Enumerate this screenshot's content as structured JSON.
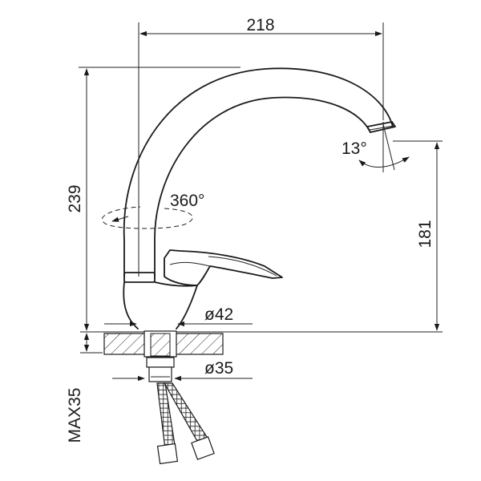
{
  "labels": {
    "reach": "218",
    "total_height": "239",
    "spout_height": "181",
    "swivel": "360°",
    "spout_tilt": "13°",
    "base_diameter": "ø42",
    "shank_diameter": "ø35",
    "max_deck": "MAX35"
  },
  "colors": {
    "line": "#1a1a1a",
    "background": "#ffffff"
  }
}
